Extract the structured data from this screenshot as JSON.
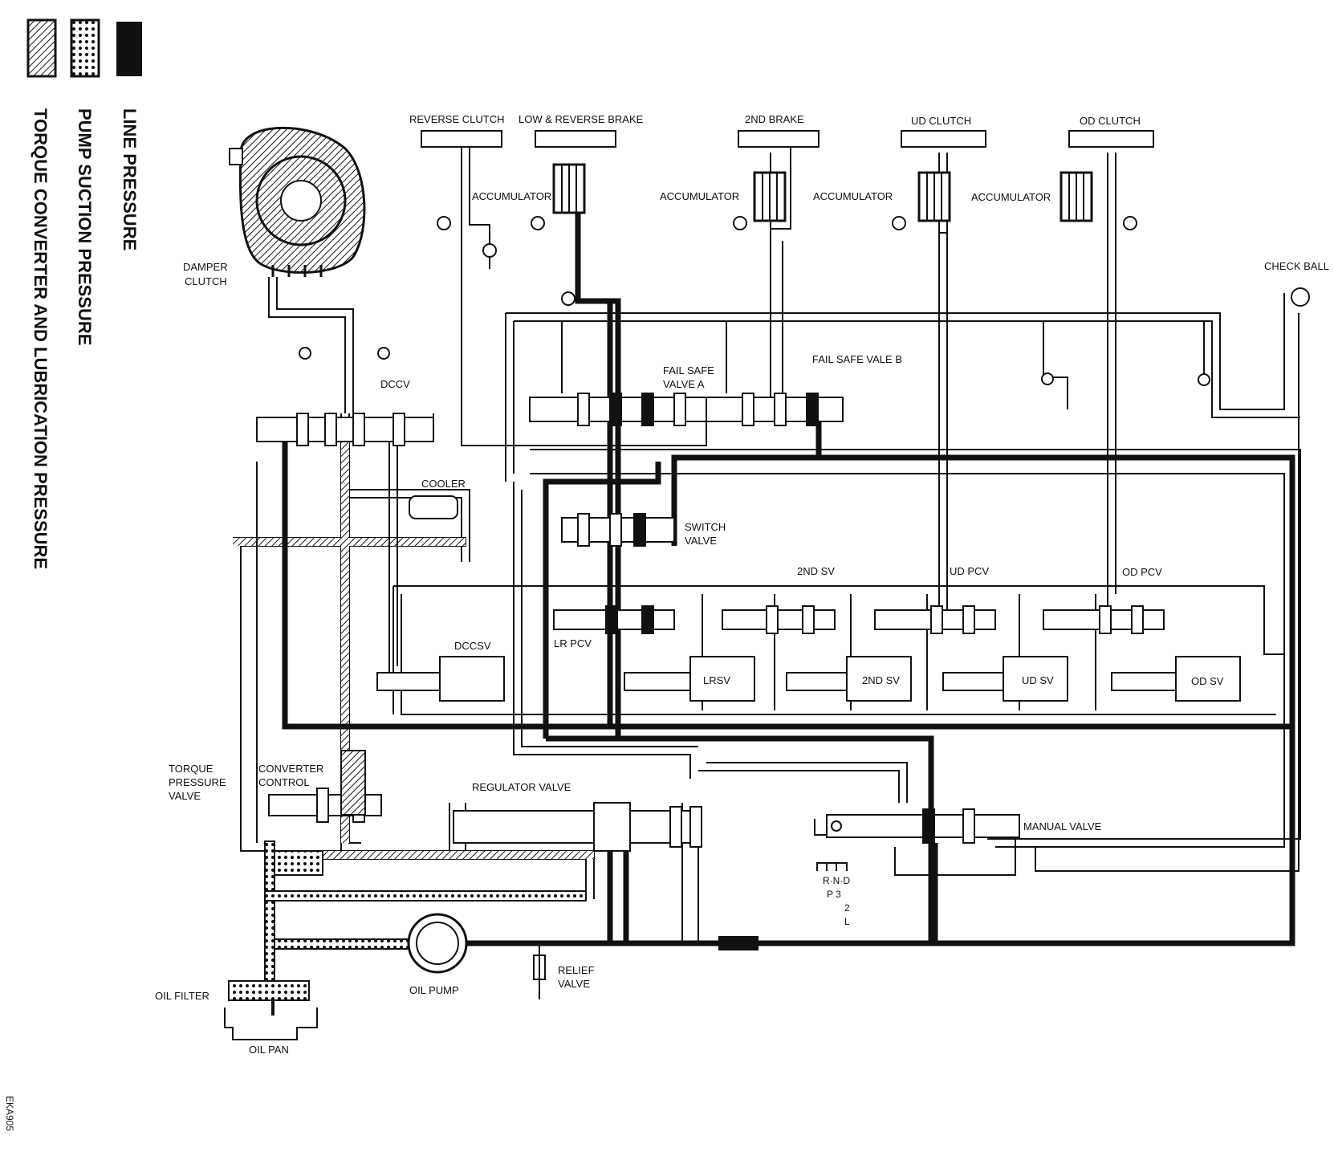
{
  "legend": {
    "items": [
      {
        "pattern": "solid",
        "label": "LINE PRESSURE"
      },
      {
        "pattern": "dots",
        "label": "PUMP SUCTION PRESSURE"
      },
      {
        "pattern": "hatch",
        "label": "TORQUE CONVERTER AND LUBRICATION PRESSURE"
      }
    ]
  },
  "labels": {
    "reverse_clutch": "REVERSE CLUTCH",
    "low_reverse_brake": "LOW & REVERSE BRAKE",
    "second_brake": "2ND BRAKE",
    "ud_clutch": "UD CLUTCH",
    "od_clutch": "OD CLUTCH",
    "accumulator_1": "ACCUMULATOR",
    "accumulator_2": "ACCUMULATOR",
    "accumulator_3": "ACCUMULATOR",
    "accumulator_4": "ACCUMULATOR",
    "check_ball": "CHECK BALL",
    "damper_clutch_1": "DAMPER",
    "damper_clutch_2": "CLUTCH",
    "dccv": "DCCV",
    "fail_safe_a_1": "FAIL SAFE",
    "fail_safe_a_2": "VALVE A",
    "fail_safe_b": "FAIL SAFE VALE B",
    "cooler": "COOLER",
    "switch_valve_1": "SWITCH",
    "switch_valve_2": "VALVE",
    "second_sv_top": "2ND SV",
    "ud_pcv": "UD PCV",
    "od_pcv": "OD PCV",
    "lr_pcv": "LR PCV",
    "dccsv": "DCCSV",
    "lrsv": "LRSV",
    "second_sv": "2ND SV",
    "ud_sv": "UD SV",
    "od_sv": "OD SV",
    "torque_pressure_1": "TORQUE",
    "torque_pressure_2": "PRESSURE",
    "torque_pressure_3": "VALVE",
    "converter_control_1": "CONVERTER",
    "converter_control_2": "CONTROL",
    "regulator_valve": "REGULATOR VALVE",
    "manual_valve": "MANUAL VALVE",
    "shift_1": "R·N·D",
    "shift_2": "P  3",
    "shift_3": "2",
    "shift_4": "L",
    "oil_filter": "OIL FILTER",
    "oil_pump": "OIL PUMP",
    "relief_valve_1": "RELIEF",
    "relief_valve_2": "VALVE",
    "oil_pan": "OIL PAN",
    "figure_code": "EKA905"
  }
}
